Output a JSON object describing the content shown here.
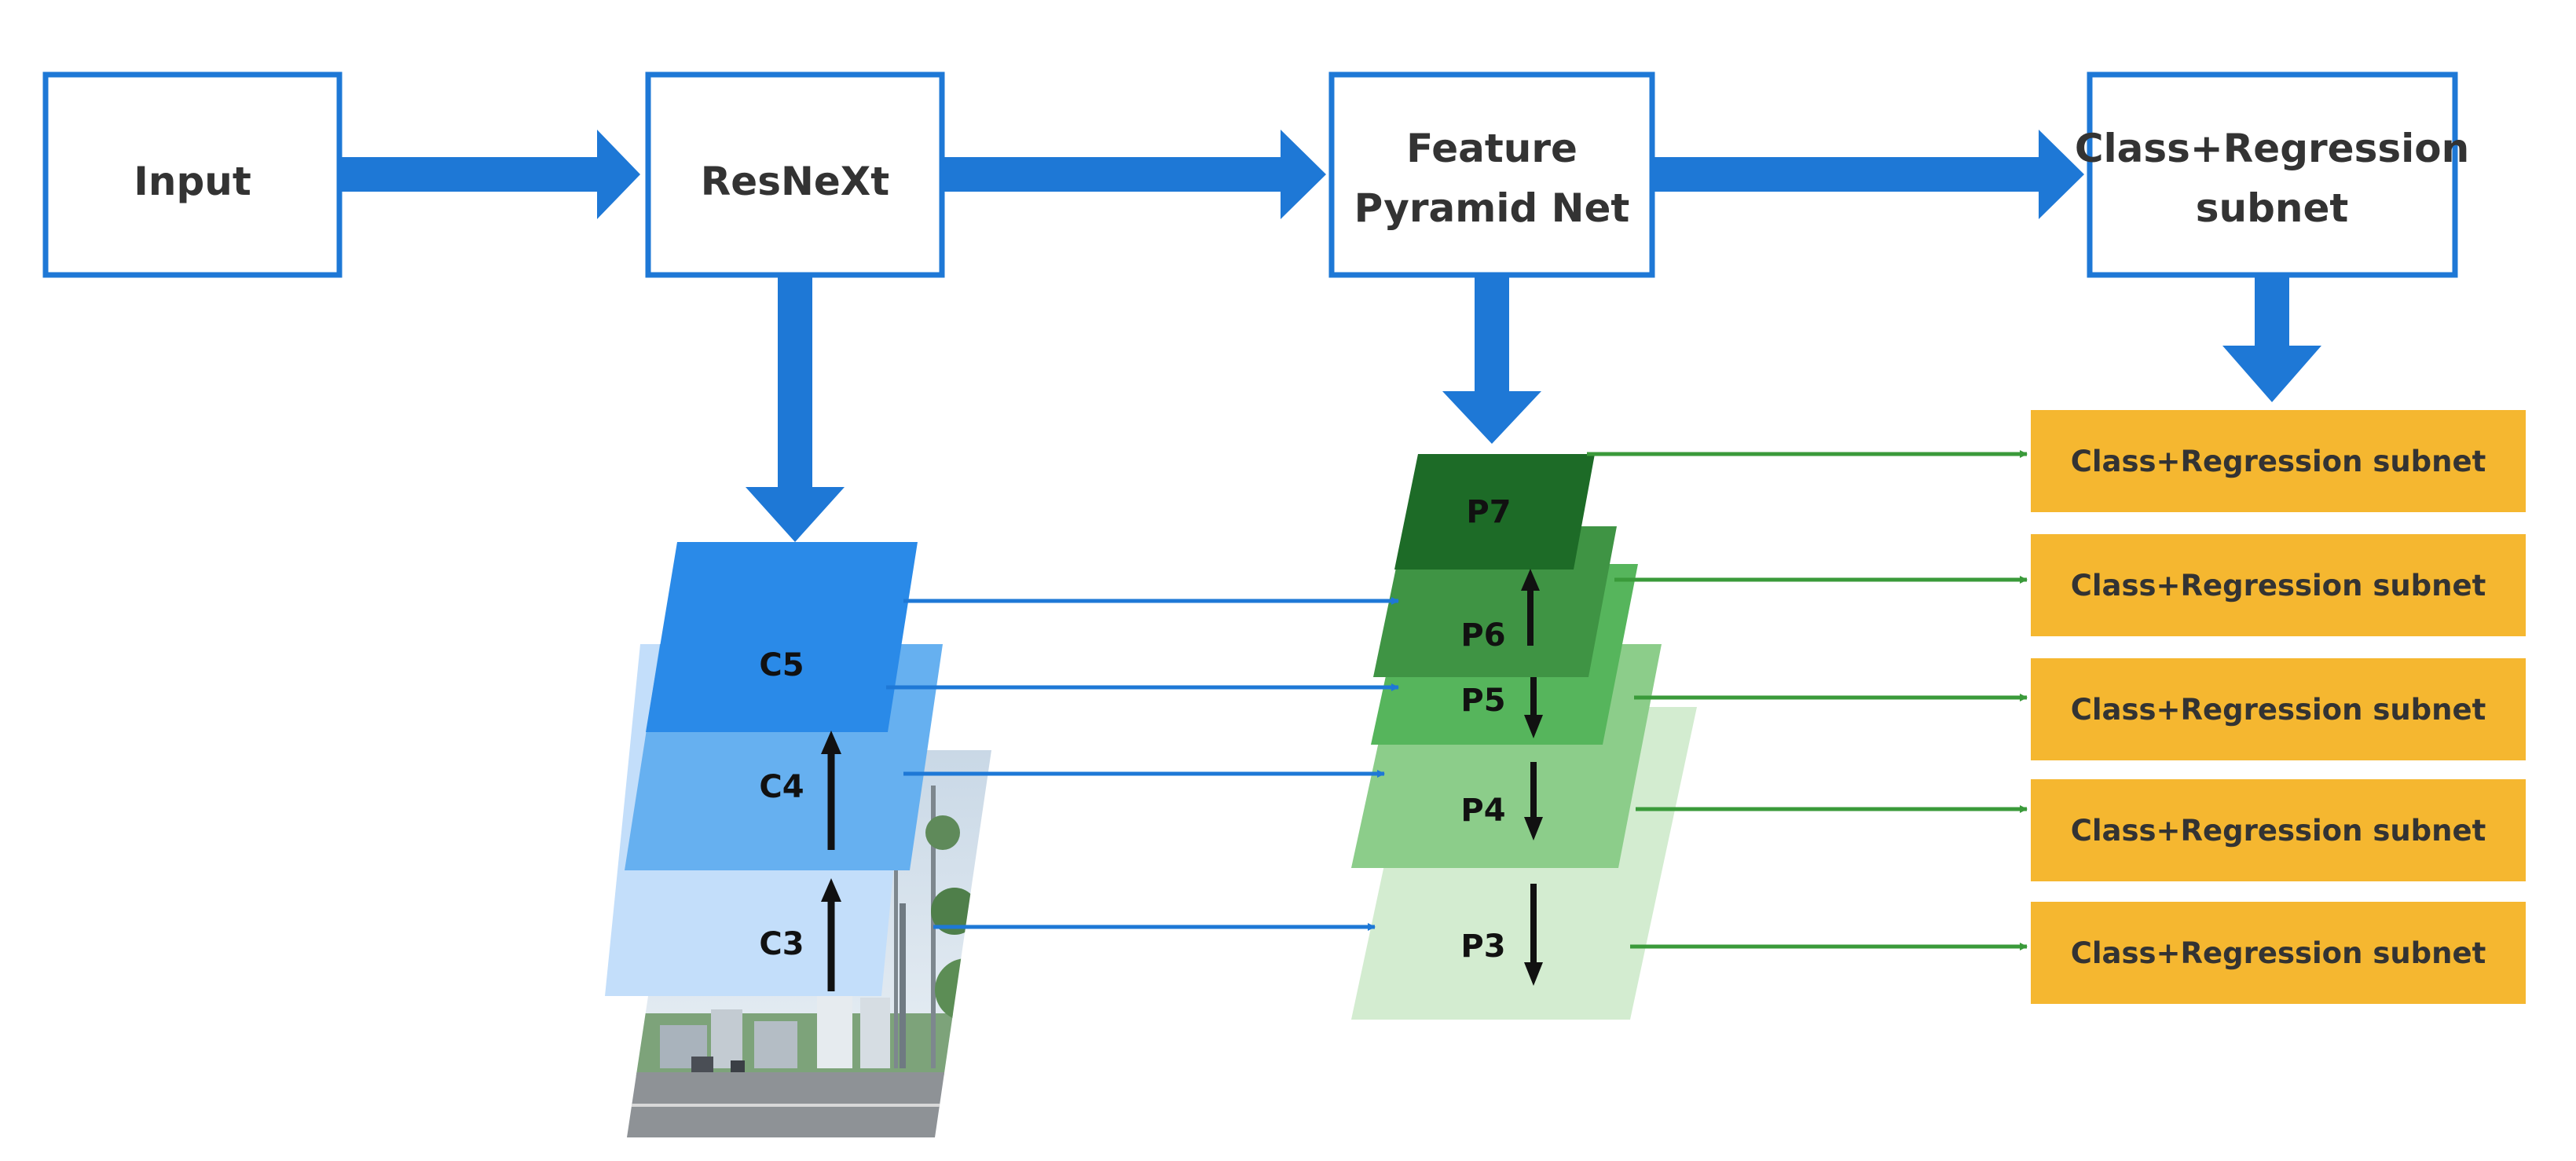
{
  "colors": {
    "box_border": "#1e78d6",
    "arrow_blue": "#1e78d6",
    "arrow_green": "#3a9a3a",
    "subnet_fill": "#f5b730",
    "c5": "#2a8ae8",
    "c4": "#66b0f0",
    "c3": "#c3defa",
    "p7": "#1d6b27",
    "p6": "#3f9444",
    "p5": "#56b55c",
    "p4": "#8ccd8a",
    "p3": "#d3ecd0"
  },
  "top_boxes": {
    "input": "Input",
    "resnext": "ResNeXt",
    "fpn_line1": "Feature",
    "fpn_line2": "Pyramid Net",
    "subnet_line1": "Class+Regression",
    "subnet_line2": "subnet"
  },
  "backbone_layers": [
    "C5",
    "C4",
    "C3"
  ],
  "pyramid_layers": [
    "P7",
    "P6",
    "P5",
    "P4",
    "P3"
  ],
  "subnets": [
    "Class+Regression subnet",
    "Class+Regression subnet",
    "Class+Regression subnet",
    "Class+Regression subnet",
    "Class+Regression subnet"
  ]
}
